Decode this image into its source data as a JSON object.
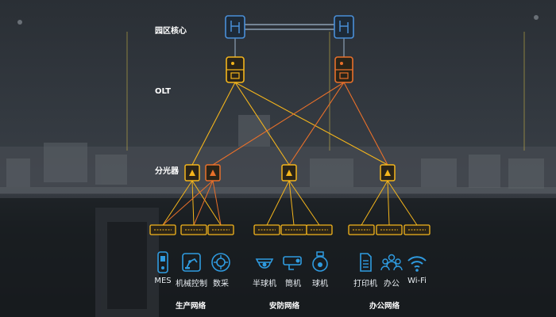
{
  "layers": {
    "core": "园区核心",
    "olt": "OLT",
    "splitter": "分光器"
  },
  "devices": [
    {
      "label": "MES",
      "icon": "tablet-terminal-icon"
    },
    {
      "label": "机械控制",
      "icon": "robot-arm-icon"
    },
    {
      "label": "数采",
      "icon": "data-collection-icon"
    },
    {
      "label": "半球机",
      "icon": "dome-camera-icon"
    },
    {
      "label": "筒机",
      "icon": "bullet-camera-icon"
    },
    {
      "label": "球机",
      "icon": "ptz-camera-icon"
    },
    {
      "label": "打印机",
      "icon": "printer-icon"
    },
    {
      "label": "办公",
      "icon": "office-users-icon"
    },
    {
      "label": "Wi-Fi",
      "icon": "wifi-icon"
    }
  ],
  "groups": {
    "production": "生产网络",
    "security": "安防网络",
    "office": "办公网络"
  },
  "colors": {
    "core": "#4a8fd8",
    "yellow": "#f4b51c",
    "orange": "#e9702a",
    "icon": "#2f9be0"
  }
}
